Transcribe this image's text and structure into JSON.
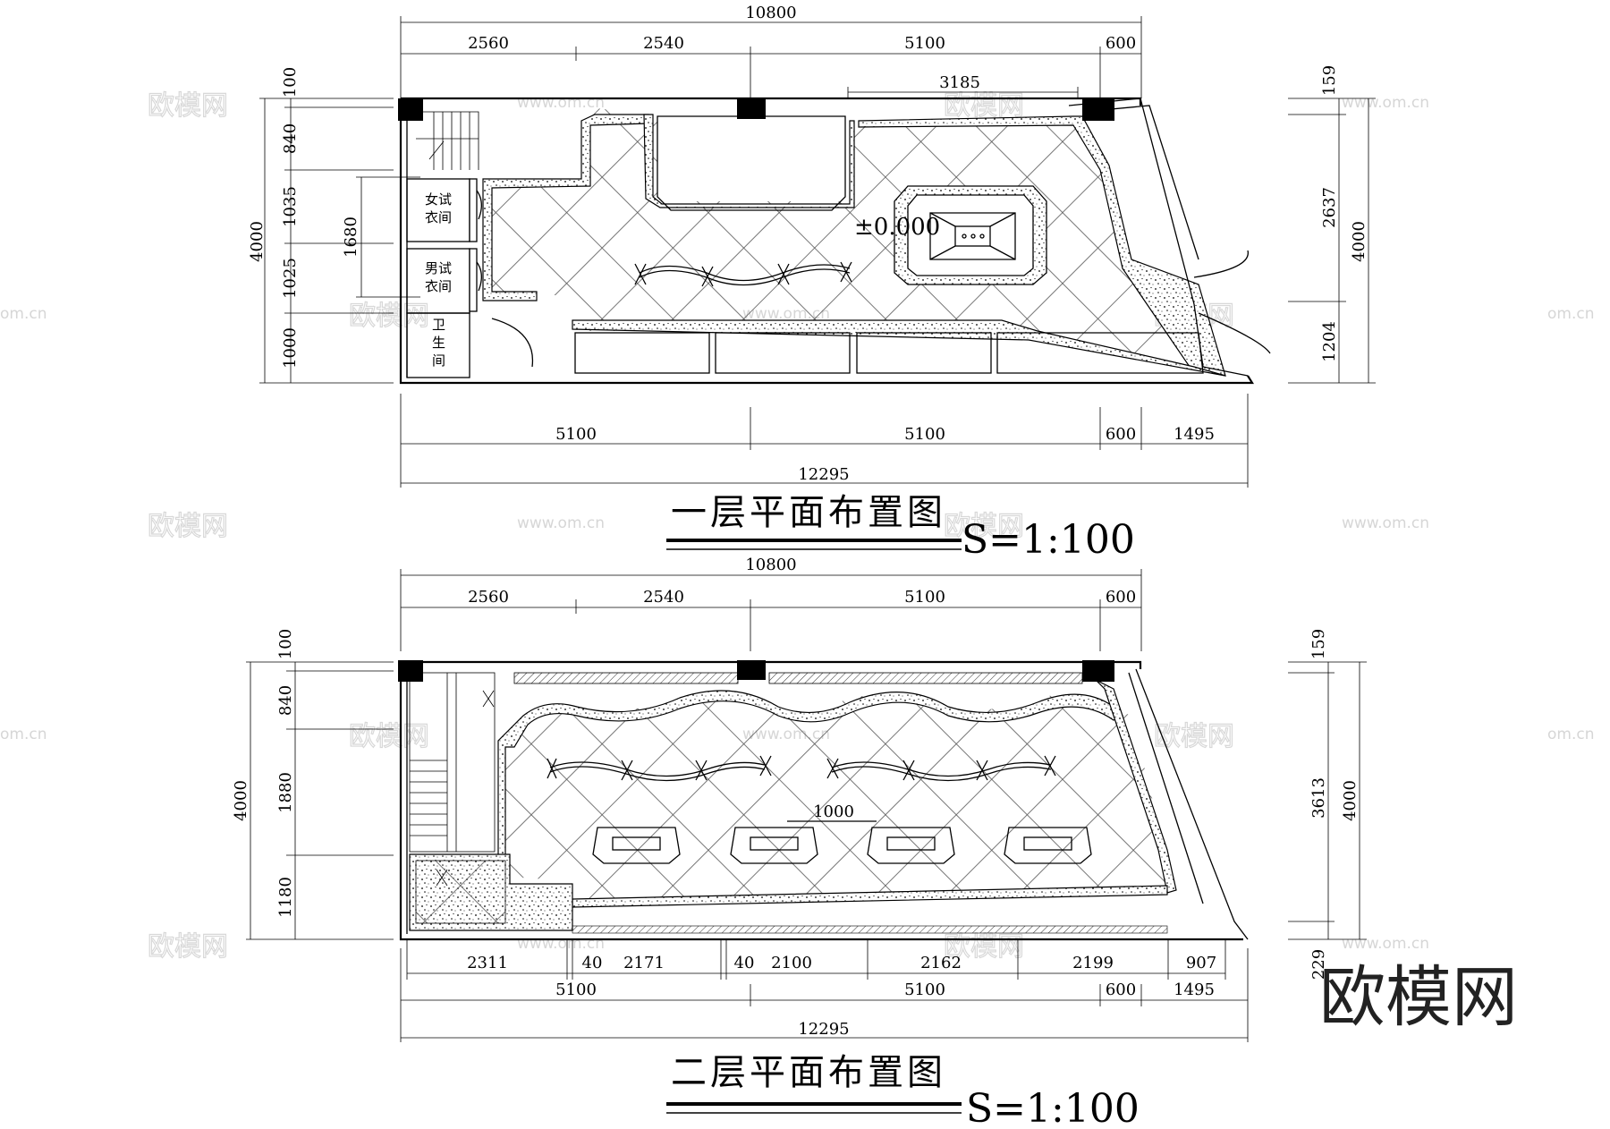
{
  "plan1": {
    "title": "一层平面布置图",
    "scale": "S=1:100",
    "level_mark": "±0.000",
    "rooms": {
      "women_fitting": [
        "女试",
        "衣间"
      ],
      "men_fitting": [
        "男试",
        "衣间"
      ],
      "toilet": [
        "卫",
        "生",
        "间"
      ]
    },
    "dims_top_total": "10800",
    "dims_top": [
      "2560",
      "2540",
      "5100",
      "600"
    ],
    "dim_inner": "3185",
    "dims_left": [
      "100",
      "840",
      "1035",
      "1025",
      "1000"
    ],
    "dim_left_total": "4000",
    "dim_left_inner": "1680",
    "dims_right": [
      "159",
      "2637",
      "1204"
    ],
    "dim_right_total": "4000",
    "dims_bottom": [
      "5100",
      "5100",
      "600",
      "1495"
    ],
    "dims_bottom_total": "12295"
  },
  "plan2": {
    "title": "二层平面布置图",
    "scale": "S=1:100",
    "dims_top_total": "10800",
    "dims_top": [
      "2560",
      "2540",
      "5100",
      "600"
    ],
    "dim_inner": "1000",
    "dims_left": [
      "100",
      "840",
      "1880",
      "1180"
    ],
    "dim_left_total": "4000",
    "dims_right": [
      "159",
      "3613",
      "229"
    ],
    "dim_right_total": "4000",
    "dims_bottom_detail": [
      "2311",
      "40",
      "2171",
      "40",
      "2100",
      "2162",
      "2199",
      "907"
    ],
    "dims_bottom": [
      "5100",
      "5100",
      "600",
      "1495"
    ],
    "dims_bottom_total": "12295"
  },
  "watermark": {
    "brand": "欧模网",
    "url": "www.om.cn",
    "url_partial": "om.cn"
  },
  "logo": "欧模网"
}
